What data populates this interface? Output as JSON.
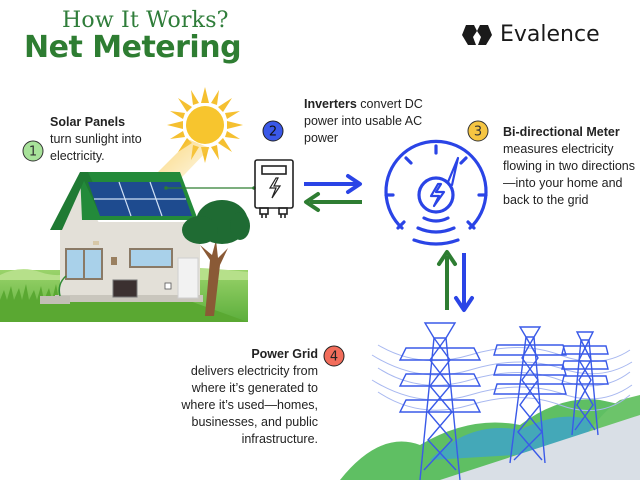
{
  "header": {
    "subtitle": "How It Works?",
    "title": "Net Metering"
  },
  "brand": {
    "name": "Evalence",
    "logo_icon": "evalence-logo-icon"
  },
  "colors": {
    "title_green": "#2e7d32",
    "flow_blue": "#2a44e6",
    "flow_green": "#2e7d32",
    "badge_1": "#a8e29a",
    "badge_2": "#3a58e8",
    "badge_3": "#f5c542",
    "badge_4": "#f26d5b"
  },
  "steps": [
    {
      "number": "1",
      "title": "Solar Panels",
      "description": "turn sunlight into electricity.",
      "icon": "house-solar-panels-icon"
    },
    {
      "number": "2",
      "title": "Inverters",
      "description": "convert DC power into usable AC power",
      "icon": "inverter-icon"
    },
    {
      "number": "3",
      "title": "Bi-directional Meter",
      "description": "measures electricity flowing in two directions—into your home and back to the grid",
      "icon": "meter-gauge-icon"
    },
    {
      "number": "4",
      "title": "Power Grid",
      "description": "delivers electricity from where it’s generated to where it’s used—homes, businesses, and public infrastructure.",
      "icon": "power-tower-icon"
    }
  ],
  "flows": [
    {
      "from": "inverter",
      "to": "meter",
      "direction": "right",
      "color": "blue"
    },
    {
      "from": "meter",
      "to": "inverter",
      "direction": "left",
      "color": "green"
    },
    {
      "from": "grid",
      "to": "meter",
      "direction": "up",
      "color": "green"
    },
    {
      "from": "meter",
      "to": "grid",
      "direction": "down",
      "color": "blue"
    }
  ]
}
